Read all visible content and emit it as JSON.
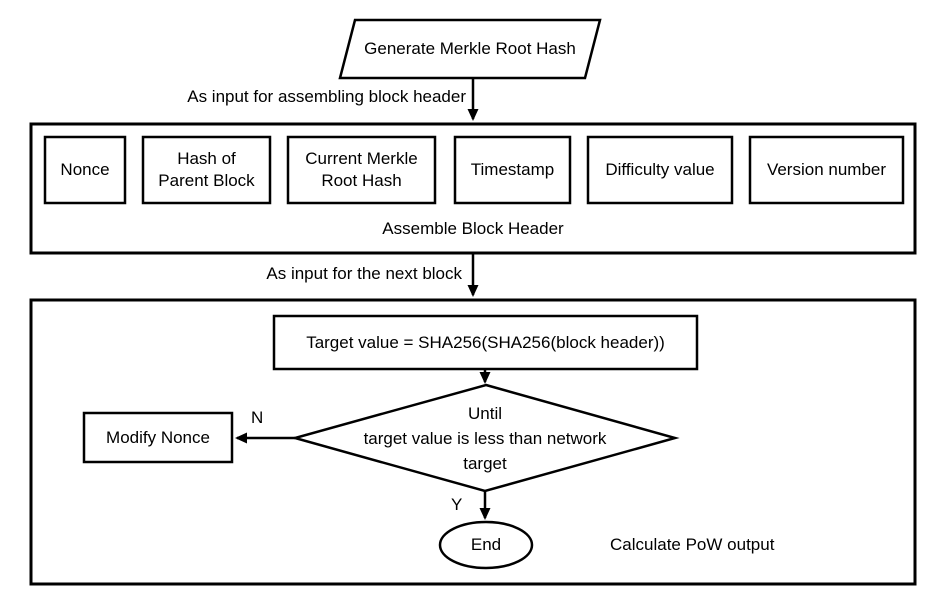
{
  "flowchart": {
    "start": "Generate Merkle Root Hash",
    "edge1": "As input for assembling block header",
    "fields": {
      "nonce": "Nonce",
      "parent_line1": "Hash of",
      "parent_line2": "Parent Block",
      "merkle_line1": "Current Merkle",
      "merkle_line2": "Root Hash",
      "timestamp": "Timestamp",
      "difficulty": "Difficulty value",
      "version": "Version number"
    },
    "assemble_title": "Assemble Block Header",
    "edge2": "As input for the next block",
    "hash_step": "Target value = SHA256(SHA256(block header))",
    "decision": {
      "line1": "Until",
      "line2": "target value is less than network",
      "line3": "target"
    },
    "no_label": "N",
    "yes_label": "Y",
    "modify_nonce": "Modify Nonce",
    "end": "End",
    "caption": "Calculate PoW output"
  },
  "colors": {
    "ink": "#000000",
    "background": "#ffffff"
  }
}
